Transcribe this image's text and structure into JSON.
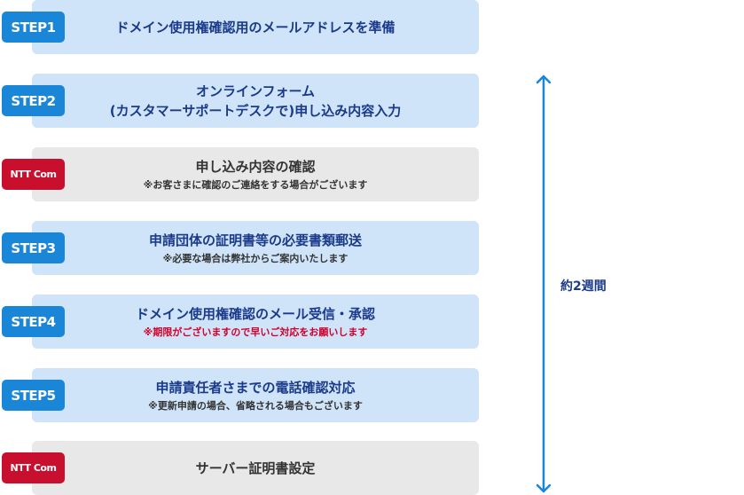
{
  "steps": [
    {
      "kind": "step",
      "badge": "STEP1",
      "title": "ドメイン使用権確認用のメールアドレスを準備",
      "title2": "",
      "note": "",
      "note_red": ""
    },
    {
      "kind": "step",
      "badge": "STEP2",
      "title": "オンラインフォーム",
      "title2": "(カスタマーサポートデスクで)申し込み内容入力",
      "note": "",
      "note_red": ""
    },
    {
      "kind": "ntt",
      "badge": "NTT Com",
      "title": "申し込み内容の確認",
      "title2": "",
      "note": "※お客さまに確認のご連絡をする場合がございます",
      "note_red": ""
    },
    {
      "kind": "step",
      "badge": "STEP3",
      "title": "申請団体の証明書等の必要書類郵送",
      "title2": "",
      "note": "※必要な場合は弊社からご案内いたします",
      "note_red": ""
    },
    {
      "kind": "step",
      "badge": "STEP4",
      "title": "ドメイン使用権確認のメール受信・承認",
      "title2": "",
      "note": "",
      "note_red": "※期限がございますので早いご対応をお願いします"
    },
    {
      "kind": "step",
      "badge": "STEP5",
      "title": "申請責任者さまでの電話確認対応",
      "title2": "",
      "note": "※更新申請の場合、省略される場合もございます",
      "note_red": ""
    },
    {
      "kind": "ntt",
      "badge": "NTT Com",
      "title": "サーバー証明書設定",
      "title2": "",
      "note": "",
      "note_red": ""
    }
  ],
  "duration_label": "約2週間",
  "colors": {
    "step_badge": "#1a86d8",
    "ntt_badge": "#c8102e",
    "step_card": "#cfe4f9",
    "ntt_card": "#e8e8e8",
    "title": "#1b3a8a",
    "warning": "#d4002a",
    "arrow": "#1a86d8"
  }
}
